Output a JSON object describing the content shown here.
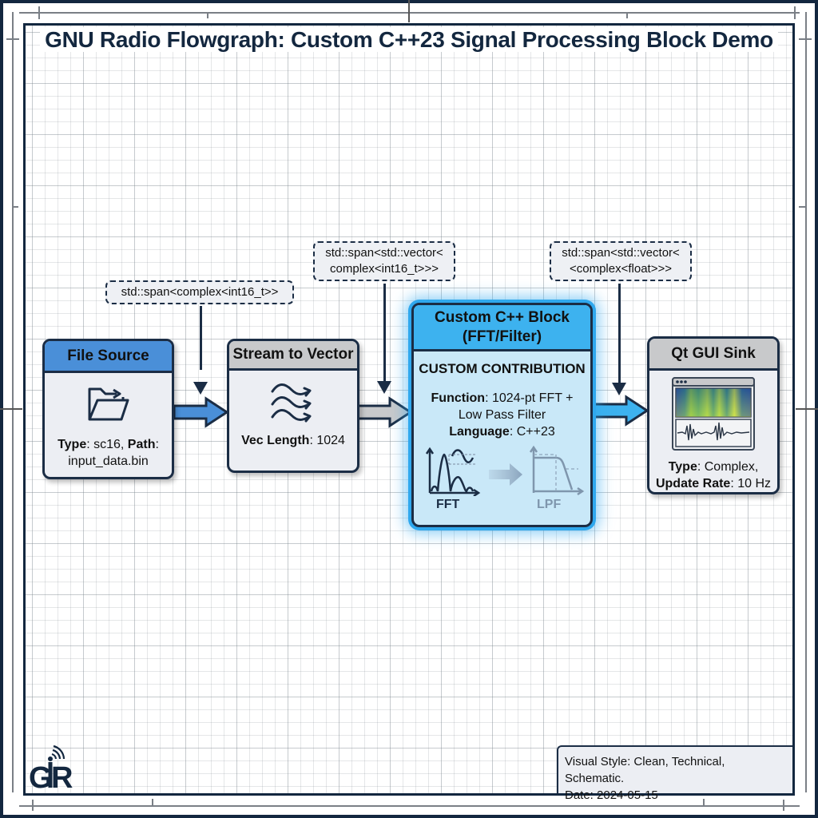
{
  "title": "GNU Radio Flowgraph: Custom C++23 Signal Processing Block Demo",
  "blocks": [
    {
      "id": "file-source",
      "header": "File Source",
      "icon": "folder-open-icon",
      "fields": [
        {
          "label": "Type",
          "value": "sc16"
        },
        {
          "label": "Path",
          "value": "input_data.bin"
        }
      ],
      "header_color": "#4a8fd8"
    },
    {
      "id": "stream-to-vector",
      "header": "Stream to Vector",
      "icon": "wave-stream-icon",
      "fields": [
        {
          "label": "Vec Length",
          "value": "1024"
        }
      ],
      "header_color": "#c8c9cb"
    },
    {
      "id": "custom-cpp-block",
      "header_line1": "Custom C++ Block",
      "header_line2": "(FFT/Filter)",
      "subtitle": "CUSTOM CONTRIBUTION",
      "fields": [
        {
          "label": "Function",
          "value": "1024-pt FFT +"
        },
        {
          "label": "",
          "value": "Low Pass Filter"
        },
        {
          "label": "Language",
          "value": "C++23"
        }
      ],
      "fft_label": "FFT",
      "lpf_label": "LPF",
      "header_color": "#3db2ef"
    },
    {
      "id": "qt-gui-sink",
      "header": "Qt GUI Sink",
      "icon": "spectrogram-window-icon",
      "fields": [
        {
          "label": "Type",
          "value": "Complex,"
        },
        {
          "label": "Update Rate",
          "value": "10 Hz"
        }
      ],
      "header_color": "#c8c9cb"
    }
  ],
  "type_labels": [
    {
      "line1": "std::span<complex<int16_t>>",
      "line2": ""
    },
    {
      "line1": "std::span<std::vector<",
      "line2": "complex<int16_t>>>"
    },
    {
      "line1": "std::span<std::vector<",
      "line2": "<complex<float>>>"
    }
  ],
  "legend": {
    "line1": "Visual Style: Clean, Technical, Schematic.",
    "line2": "Date: 2024-05-15"
  },
  "logo": {
    "text_g": "G",
    "text_r": "R"
  },
  "colors": {
    "navy": "#13273f",
    "arrow_blue": "#4a8fd8",
    "arrow_gray": "#c8c9cb",
    "arrow_cyan": "#3db2ef",
    "highlight": "#2fa8ee"
  }
}
